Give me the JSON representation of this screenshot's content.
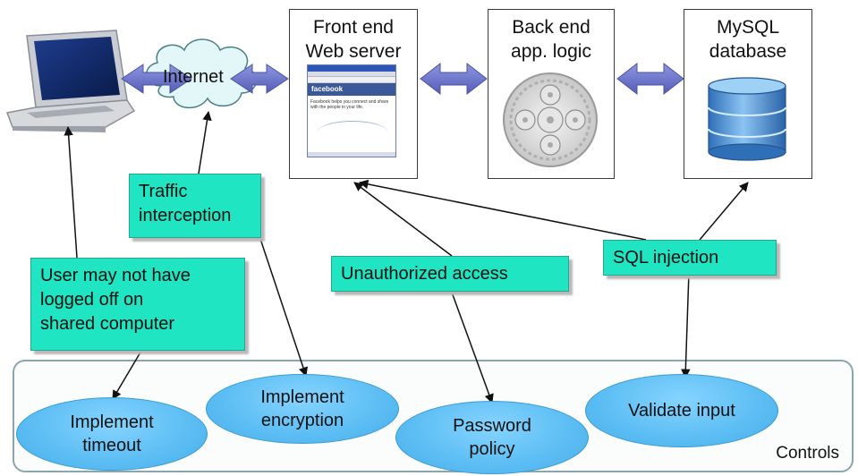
{
  "tiers": {
    "frontend": "Front end\nWeb server",
    "backend": "Back end\napp. logic",
    "database": "MySQL\ndatabase"
  },
  "internet": "Internet",
  "browser": {
    "site": "facebook",
    "tagline": "Facebook helps you connect and share with the people in your life."
  },
  "threats": {
    "traffic": "Traffic\ninterception",
    "logoff": "User may not have\nlogged off on\nshared computer",
    "unauthorized": "Unauthorized access",
    "sql": "SQL injection"
  },
  "controls": {
    "timeout": "Implement\ntimeout",
    "encryption": "Implement\nencryption",
    "password": "Password\npolicy",
    "validate": "Validate input",
    "label": "Controls"
  },
  "colors": {
    "threat_fill": "#1fe5c2",
    "control_fill": "#5bbdf3",
    "arrow_fill": "#6b73c6"
  },
  "icons": [
    "laptop-icon",
    "cloud-icon",
    "gears-icon",
    "database-icon",
    "double-arrow-icon"
  ]
}
